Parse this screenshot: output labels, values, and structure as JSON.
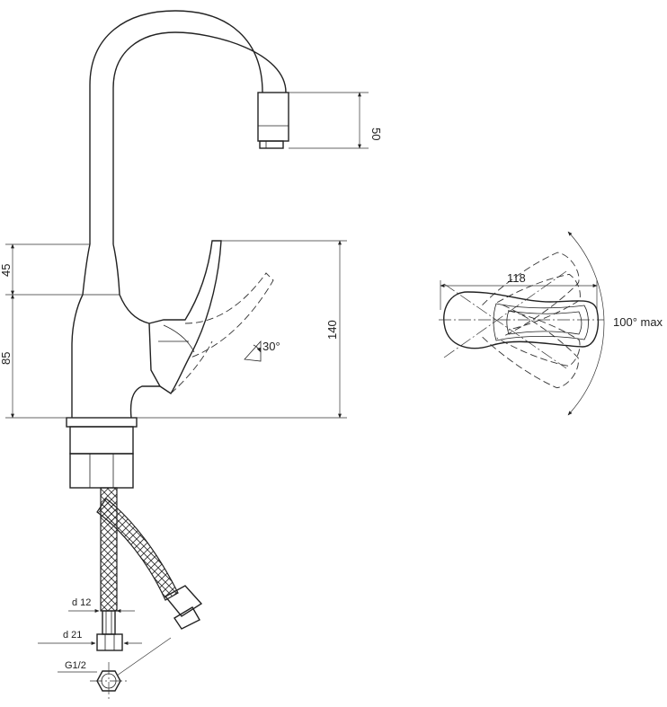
{
  "labels": {
    "spout_nozzle_height": "50",
    "lever_height": "45",
    "body_height": "85",
    "total_height": "140",
    "lever_tilt_angle": "30°",
    "handle_reach": "118",
    "handle_rotation": "100° max",
    "hose_inner_diameter": "d 12",
    "fitting_diameter": "d 21",
    "thread": "G1/2"
  },
  "colors": {
    "line": "#222222",
    "background": "#ffffff"
  }
}
